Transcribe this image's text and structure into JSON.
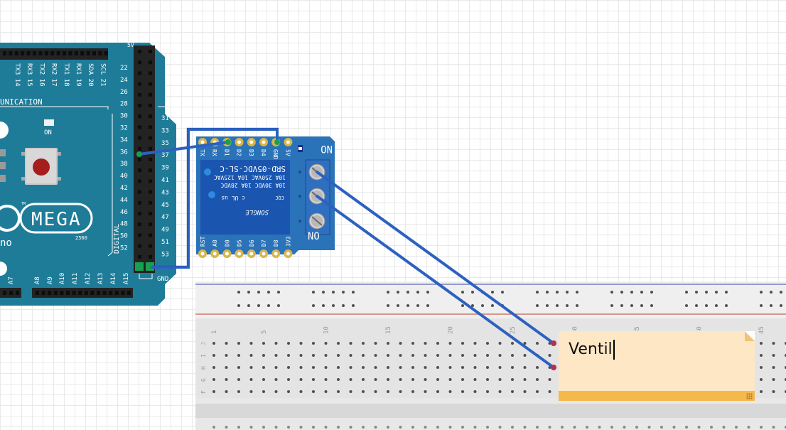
{
  "arduino": {
    "board_name": "MEGA",
    "tm": "TM",
    "model": "2560",
    "uno_fragment": "no",
    "communication_label": "UNICATION",
    "digital_label": "DIGITAL",
    "on_label": "ON",
    "header_5v": "5V",
    "gnd_label": "GND",
    "comm_pins": [
      "TX3 14",
      "RX3 15",
      "TX2 16",
      "RX2 17",
      "TX1 18",
      "RX1 19",
      "SDA 20",
      "SCL 21"
    ],
    "left_pin_numbers": [
      "22",
      "24",
      "26",
      "28",
      "30",
      "32",
      "34",
      "36",
      "38",
      "40",
      "42",
      "44",
      "46",
      "48",
      "50",
      "52"
    ],
    "right_pin_numbers": [
      "31",
      "33",
      "35",
      "37",
      "39",
      "41",
      "43",
      "45",
      "47",
      "49",
      "51",
      "53"
    ],
    "analog_pins": [
      "A7",
      "A8",
      "A9",
      "A10",
      "A11",
      "A12",
      "A13",
      "A14",
      "A15"
    ]
  },
  "relay": {
    "pin_labels_top": [
      "TX",
      "RX",
      "D1",
      "D2",
      "D3",
      "D4",
      "GND",
      "5V"
    ],
    "pin_labels_bottom": [
      "RST",
      "A0",
      "D0",
      "D5",
      "D6",
      "D7",
      "D8",
      "3V3"
    ],
    "text_lines": [
      "SRD-05VDC-SL-C",
      "10A 250VAC  10A 125VAC",
      "10A  30VDC  10A  28VDC"
    ],
    "brand": "SONGLE",
    "cert_ul": "c UL us",
    "cert_cqc": "CQC",
    "module_label_top": "NO",
    "module_label_bottom": "NO"
  },
  "breadboard": {
    "column_numbers": [
      "1",
      "5",
      "10",
      "15",
      "20",
      "25",
      "30",
      "35",
      "40",
      "45"
    ],
    "row_letters": [
      "J",
      "I",
      "H",
      "G",
      "F"
    ]
  },
  "note": {
    "text": "Ventil"
  },
  "colors": {
    "board": "#1f7c98",
    "relay_board": "#2b73b9",
    "relay_block": "#1a55b0",
    "wire": "#2c61c1",
    "note_bg": "#fde7c4",
    "note_bar": "#f5b84a",
    "breadboard": "#e9e9e9"
  }
}
